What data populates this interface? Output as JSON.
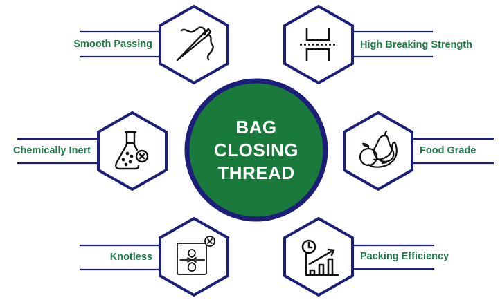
{
  "center": {
    "lines": [
      "BAG",
      "CLOSING",
      "THREAD"
    ],
    "fill_color": "#1a7a3c",
    "border_color": "#1b1f7a"
  },
  "colors": {
    "navy": "#1b1f7a",
    "label_green": "#1e7a45",
    "icon_black": "#111111"
  },
  "features": [
    {
      "label": "Smooth Passing",
      "icon": "needle-thread-icon",
      "side": "left"
    },
    {
      "label": "High Breaking Strength",
      "icon": "breaking-strength-icon",
      "side": "right"
    },
    {
      "label": "Chemically Inert",
      "icon": "flask-cross-icon",
      "side": "left"
    },
    {
      "label": "Food Grade",
      "icon": "fruits-icon",
      "side": "right"
    },
    {
      "label": "Knotless",
      "icon": "knot-cross-icon",
      "side": "left"
    },
    {
      "label": "Packing Efficiency",
      "icon": "clock-growth-chart-icon",
      "side": "right"
    }
  ]
}
